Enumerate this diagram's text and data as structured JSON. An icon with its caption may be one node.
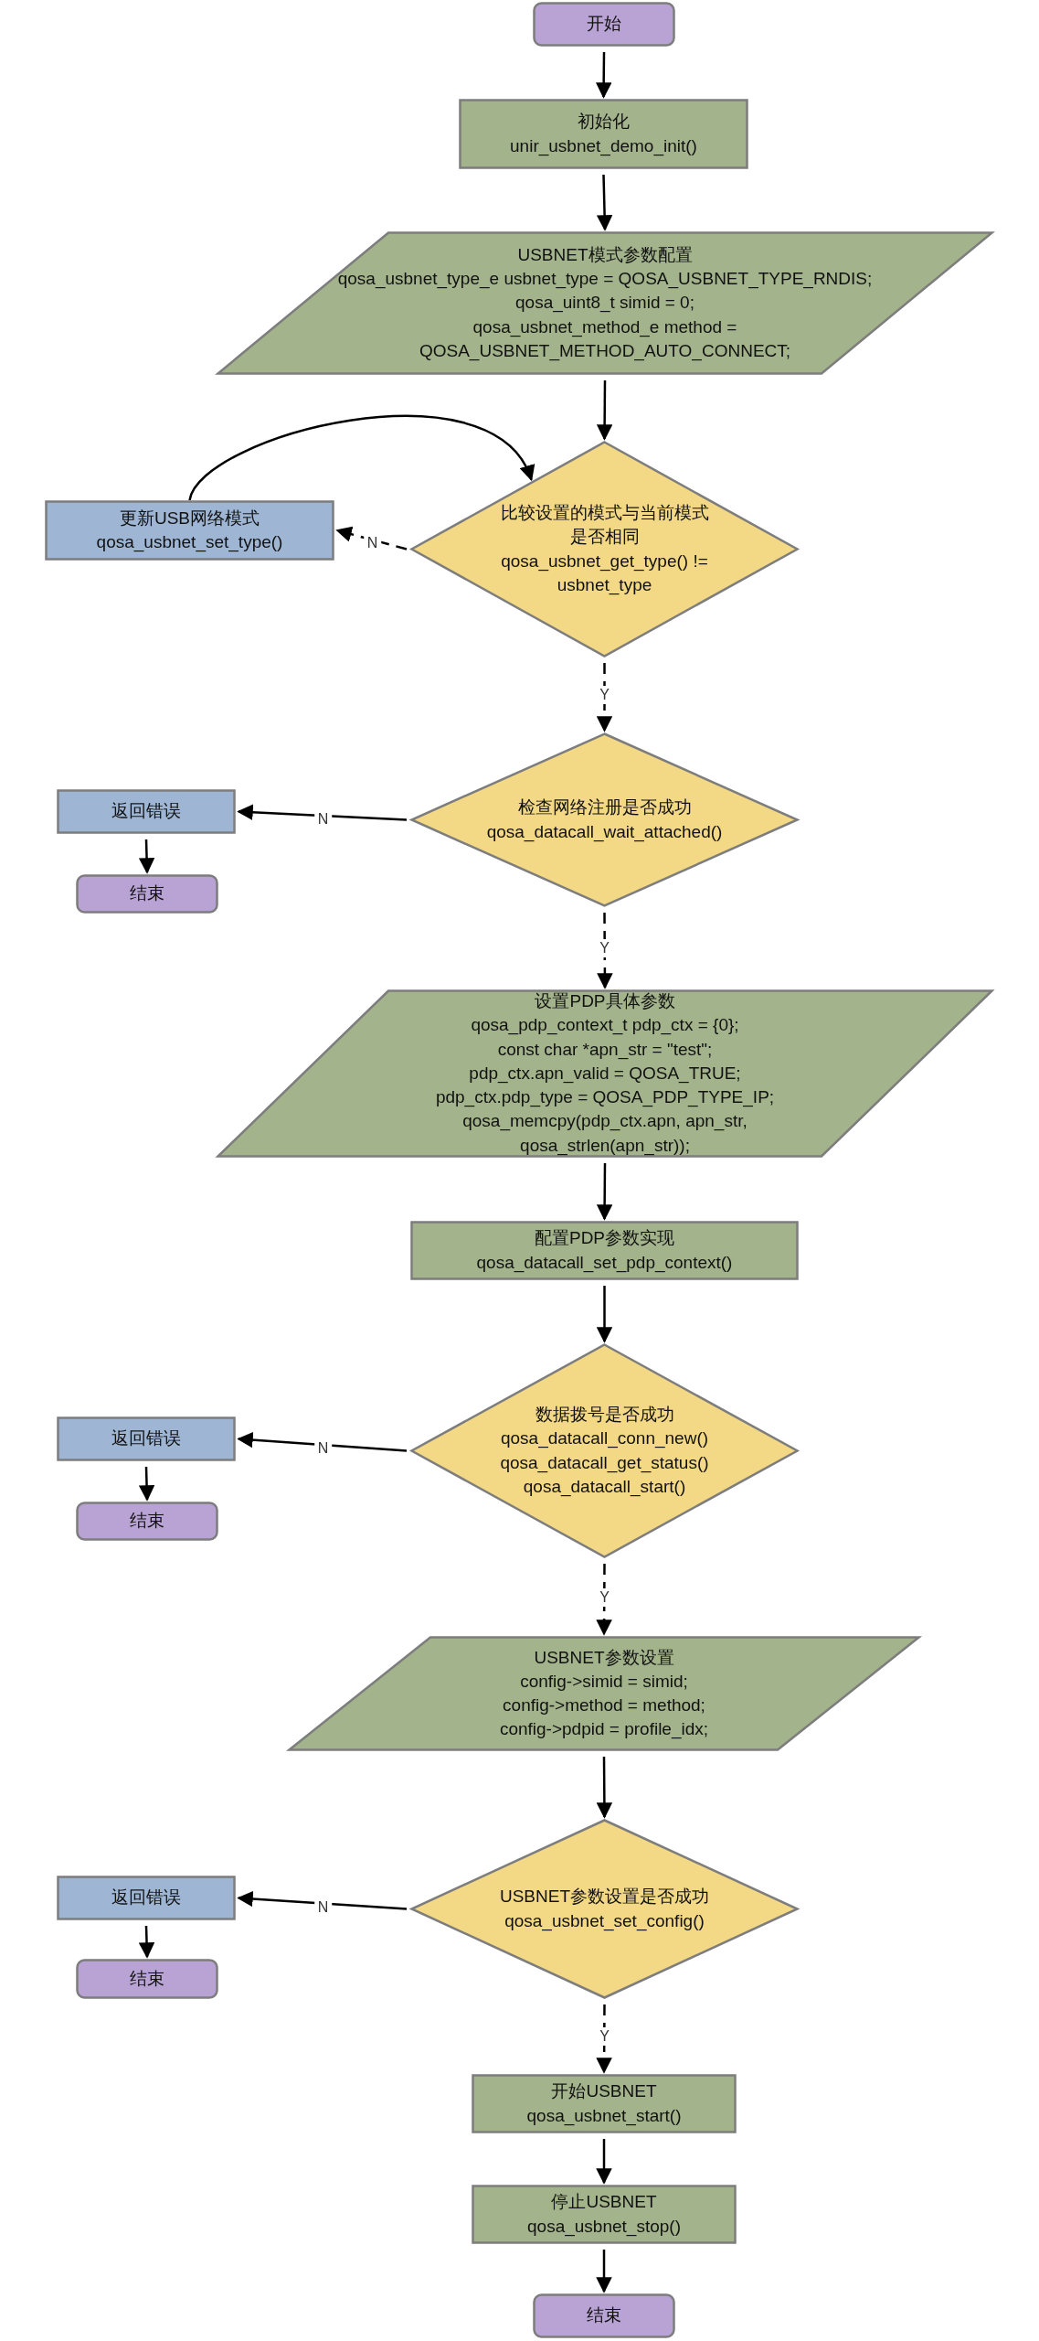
{
  "diagram": {
    "nodes": [
      {
        "text": [
          "开始"
        ]
      },
      {
        "text": [
          "初始化",
          "unir_usbnet_demo_init()"
        ]
      },
      {
        "text": [
          "USBNET模式参数配置",
          "qosa_usbnet_type_e usbnet_type = QOSA_USBNET_TYPE_RNDIS;",
          "qosa_uint8_t simid = 0;",
          "qosa_usbnet_method_e method = QOSA_USBNET_METHOD_AUTO_CONNECT;"
        ]
      },
      {
        "text": [
          "比较设置的模式与当前模式是否相同",
          "qosa_usbnet_get_type() != usbnet_type"
        ]
      },
      {
        "text": [
          "更新USB网络模式",
          "qosa_usbnet_set_type()"
        ]
      },
      {
        "text": [
          "检查网络注册是否成功",
          "qosa_datacall_wait_attached()"
        ]
      },
      {
        "text": [
          "返回错误"
        ]
      },
      {
        "text": [
          "结束"
        ]
      },
      {
        "text": [
          "设置PDP具体参数",
          "qosa_pdp_context_t pdp_ctx = {0};",
          "const char *apn_str = \"test\";",
          "pdp_ctx.apn_valid = QOSA_TRUE;",
          "pdp_ctx.pdp_type = QOSA_PDP_TYPE_IP;",
          "qosa_memcpy(pdp_ctx.apn, apn_str, qosa_strlen(apn_str));"
        ]
      },
      {
        "text": [
          "配置PDP参数实现",
          "qosa_datacall_set_pdp_context()"
        ]
      },
      {
        "text": [
          "数据拨号是否成功",
          "qosa_datacall_conn_new()",
          "qosa_datacall_get_status()",
          "qosa_datacall_start()"
        ]
      },
      {
        "text": [
          "返回错误"
        ]
      },
      {
        "text": [
          "结束"
        ]
      },
      {
        "text": [
          "USBNET参数设置",
          "config->simid = simid;",
          "config->method = method;",
          "config->pdpid = profile_idx;"
        ]
      },
      {
        "text": [
          "USBNET参数设置是否成功",
          "qosa_usbnet_set_config()"
        ]
      },
      {
        "text": [
          "返回错误"
        ]
      },
      {
        "text": [
          "结束"
        ]
      },
      {
        "text": [
          "开始USBNET",
          "qosa_usbnet_start()"
        ]
      },
      {
        "text": [
          "停止USBNET",
          "qosa_usbnet_stop()"
        ]
      },
      {
        "text": [
          "结束"
        ]
      }
    ],
    "edges": [
      {
        "from": 0,
        "to": 1,
        "arrow": "to"
      },
      {
        "from": 1,
        "to": 2,
        "arrow": "to"
      },
      {
        "from": 2,
        "to": 3,
        "arrow": "to"
      },
      {
        "from": 3,
        "to": 4,
        "arrow": "to",
        "label": "N",
        "style": "dashed"
      },
      {
        "from": 4,
        "to": 3,
        "arrow": "to"
      },
      {
        "from": 3,
        "to": 5,
        "arrow": "to",
        "label": "Y",
        "style": "dashed"
      },
      {
        "from": 5,
        "to": 6,
        "arrow": "to",
        "label": "N"
      },
      {
        "from": 6,
        "to": 7,
        "arrow": "to"
      },
      {
        "from": 5,
        "to": 8,
        "arrow": "to",
        "label": "Y",
        "style": "dashed"
      },
      {
        "from": 8,
        "to": 9,
        "arrow": "to"
      },
      {
        "from": 9,
        "to": 10,
        "arrow": "to"
      },
      {
        "from": 10,
        "to": 11,
        "arrow": "to",
        "label": "N"
      },
      {
        "from": 11,
        "to": 12,
        "arrow": "to"
      },
      {
        "from": 10,
        "to": 13,
        "arrow": "to",
        "label": "Y",
        "style": "dashed"
      },
      {
        "from": 13,
        "to": 14,
        "arrow": "to"
      },
      {
        "from": 14,
        "to": 15,
        "arrow": "to",
        "label": "N"
      },
      {
        "from": 15,
        "to": 16,
        "arrow": "to"
      },
      {
        "from": 14,
        "to": 17,
        "arrow": "to",
        "label": "Y",
        "style": "dashed"
      },
      {
        "from": 17,
        "to": 18,
        "arrow": "to"
      },
      {
        "from": 18,
        "to": 19,
        "arrow": "to"
      }
    ]
  }
}
